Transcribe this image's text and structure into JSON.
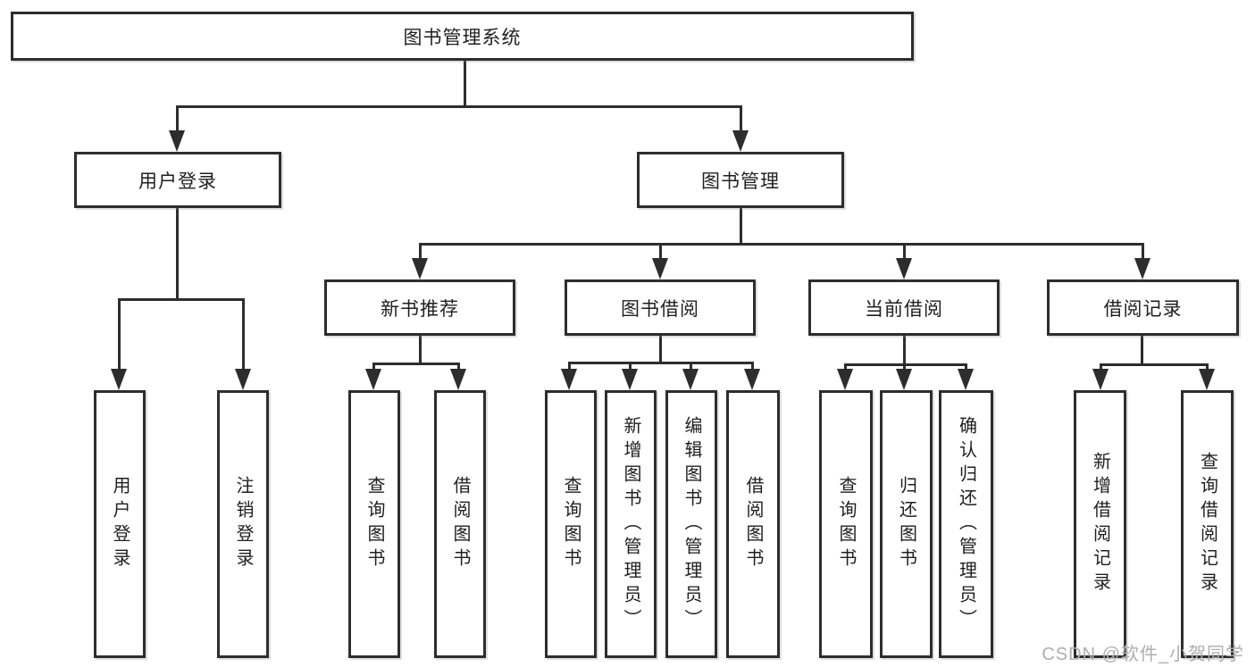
{
  "diagram": {
    "title": "图书管理系统",
    "root": {
      "label": "图书管理系统"
    },
    "level2": [
      {
        "id": "user-login",
        "label": "用户登录"
      },
      {
        "id": "book-management",
        "label": "图书管理"
      }
    ],
    "level3": [
      {
        "id": "new-book-recommend",
        "label": "新书推荐",
        "parent": "图书管理"
      },
      {
        "id": "book-borrow",
        "label": "图书借阅",
        "parent": "图书管理"
      },
      {
        "id": "current-borrow",
        "label": "当前借阅",
        "parent": "图书管理"
      },
      {
        "id": "borrow-record",
        "label": "借阅记录",
        "parent": "图书管理"
      }
    ],
    "leaves": [
      {
        "id": "user-login-action",
        "label": "用户登录",
        "parent": "用户登录"
      },
      {
        "id": "logout-action",
        "label": "注销登录",
        "parent": "用户登录"
      },
      {
        "id": "query-books-recommend",
        "label": "查询图书",
        "parent": "新书推荐"
      },
      {
        "id": "borrow-books-recommend",
        "label": "借阅图书",
        "parent": "新书推荐"
      },
      {
        "id": "query-books-borrow",
        "label": "查询图书",
        "parent": "图书借阅"
      },
      {
        "id": "add-books-admin",
        "label": "新增图书（管理员）",
        "parent": "图书借阅"
      },
      {
        "id": "edit-books-admin",
        "label": "编辑图书（管理员）",
        "parent": "图书借阅"
      },
      {
        "id": "borrow-books-borrow",
        "label": "借阅图书",
        "parent": "图书借阅"
      },
      {
        "id": "query-books-current",
        "label": "查询图书",
        "parent": "当前借阅"
      },
      {
        "id": "return-books",
        "label": "归还图书",
        "parent": "当前借阅"
      },
      {
        "id": "confirm-return-admin",
        "label": "确认归还（管理员）",
        "parent": "当前借阅"
      },
      {
        "id": "add-borrow-record",
        "label": "新增借阅记录",
        "parent": "借阅记录"
      },
      {
        "id": "query-borrow-record",
        "label": "查询借阅记录",
        "parent": "借阅记录"
      }
    ]
  },
  "watermark": {
    "text": "CSDN @软件_小贺同学"
  },
  "colors": {
    "line": "#2d2d2d",
    "border": "#2d2d2d",
    "text": "#1f1f1f",
    "background": "#ffffff",
    "watermark": "#aeaeae"
  }
}
